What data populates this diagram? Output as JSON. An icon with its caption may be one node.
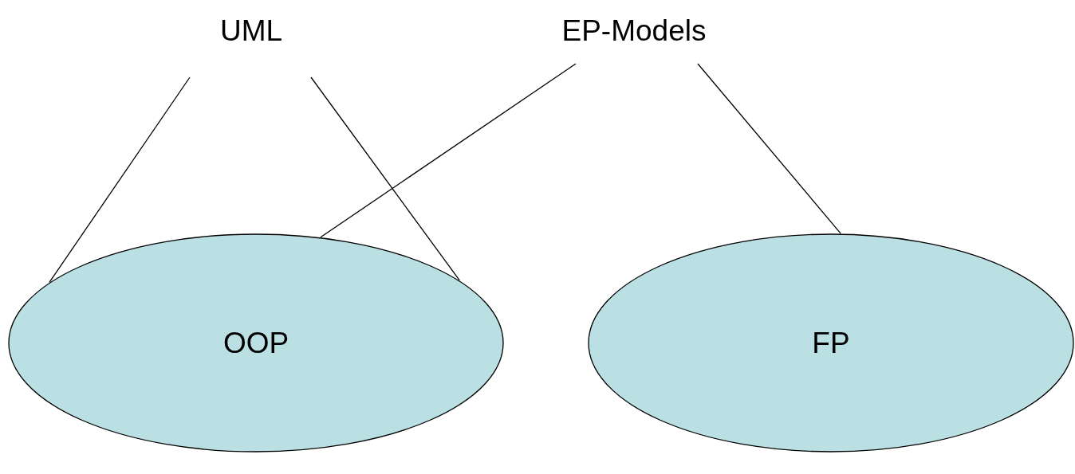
{
  "diagram": {
    "nodes": [
      {
        "text": [
          "UML"
        ]
      },
      {
        "text": [
          "EP-Models"
        ]
      },
      {
        "text": [
          "OOP"
        ]
      },
      {
        "text": [
          "FP"
        ]
      }
    ],
    "edges": [
      {
        "from": 0,
        "to": 2,
        "arrow": "none"
      },
      {
        "from": 0,
        "to": 2,
        "arrow": "none"
      },
      {
        "from": 1,
        "to": 2,
        "arrow": "none"
      },
      {
        "from": 1,
        "to": 3,
        "arrow": "none"
      }
    ]
  }
}
